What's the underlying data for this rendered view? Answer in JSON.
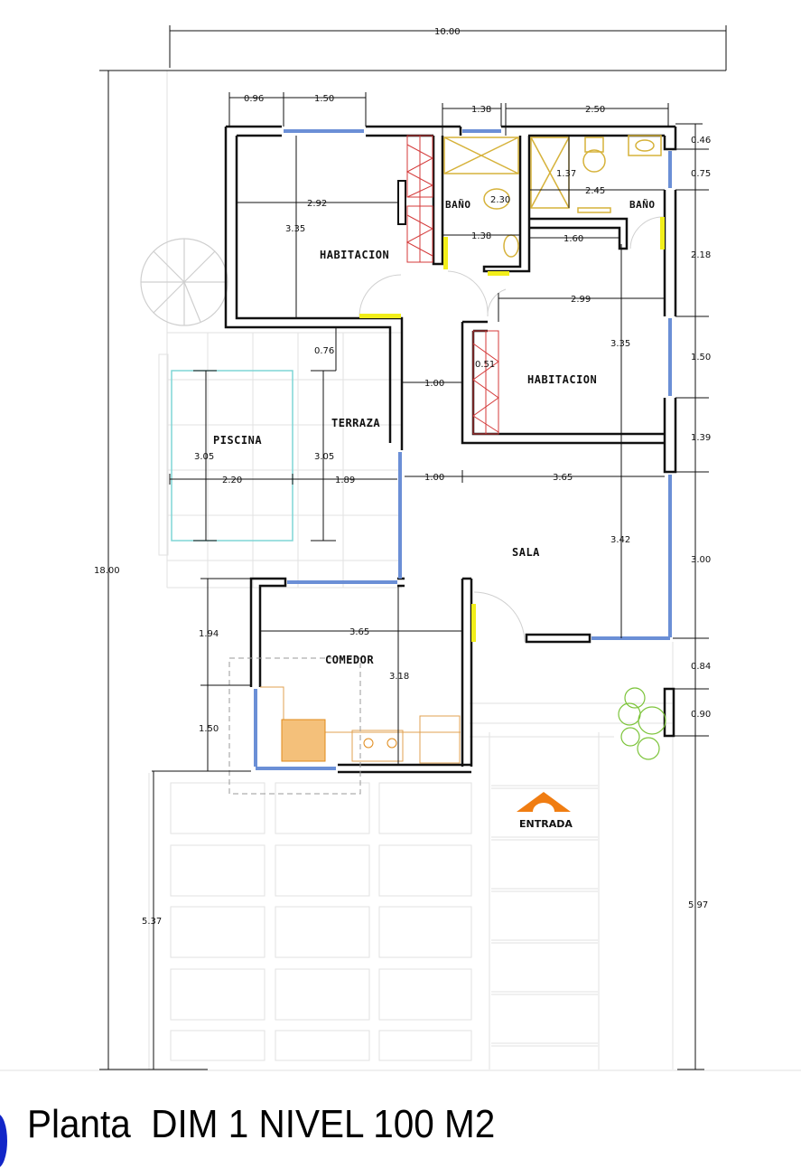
{
  "title": "Planta  DIM 1 NIVEL 100 M2",
  "colors": {
    "wall": "#111111",
    "window": "#6b8fd6",
    "door_swing": "#cccccc",
    "door_panel": "#f2ee1a",
    "bath_fixture": "#d6b23a",
    "closet": "#d43a3a",
    "pool": "#7fd6d6",
    "kitchen": "#e08a1a",
    "plant": "#7cc43a",
    "entrance_arrow": "#f07d12",
    "paving": "#e2e2e2"
  },
  "rooms": {
    "habitacion_1": "HABITACION",
    "habitacion_2": "HABITACION",
    "bano_1": "BAÑO",
    "bano_2": "BAÑO",
    "piscina": "PISCINA",
    "terraza": "TERRAZA",
    "sala": "SALA",
    "comedor": "COMEDOR",
    "entrada": "ENTRADA"
  },
  "dimensions": {
    "overall_width": "10.00",
    "overall_depth": "18.00",
    "top_0_96": "0.96",
    "top_1_50": "1.50",
    "top_1_38": "1.38",
    "top_2_50": "2.50",
    "hab1_width": "2.92",
    "hab1_depth": "3.35",
    "bano1_depth": "2.30",
    "bano1_width": "1.38",
    "bano2_shower": "1.37",
    "bano2_width": "2.45",
    "closet2_width": "1.60",
    "hab2_width": "2.99",
    "hab2_depth": "3.35",
    "hab2_closet": "0.51",
    "hall_0_76": "0.76",
    "hall_1_00_a": "1.00",
    "hall_1_00_b": "1.00",
    "sala_width": "3.65",
    "sala_depth": "3.42",
    "piscina_depth": "3.05",
    "piscina_width": "2.20",
    "terraza_depth": "3.05",
    "terraza_width": "1.89",
    "comedor_width": "3.65",
    "comedor_depth": "3.18",
    "left_1_94": "1.94",
    "left_1_50": "1.50",
    "right_0_46": "0.46",
    "right_0_75": "0.75",
    "right_2_18": "2.18",
    "right_1_50": "1.50",
    "right_1_39": "1.39",
    "right_3_00": "3.00",
    "right_0_84": "0.84",
    "right_0_90": "0.90",
    "garage_depth": "5.37",
    "front_depth": "5.97"
  }
}
